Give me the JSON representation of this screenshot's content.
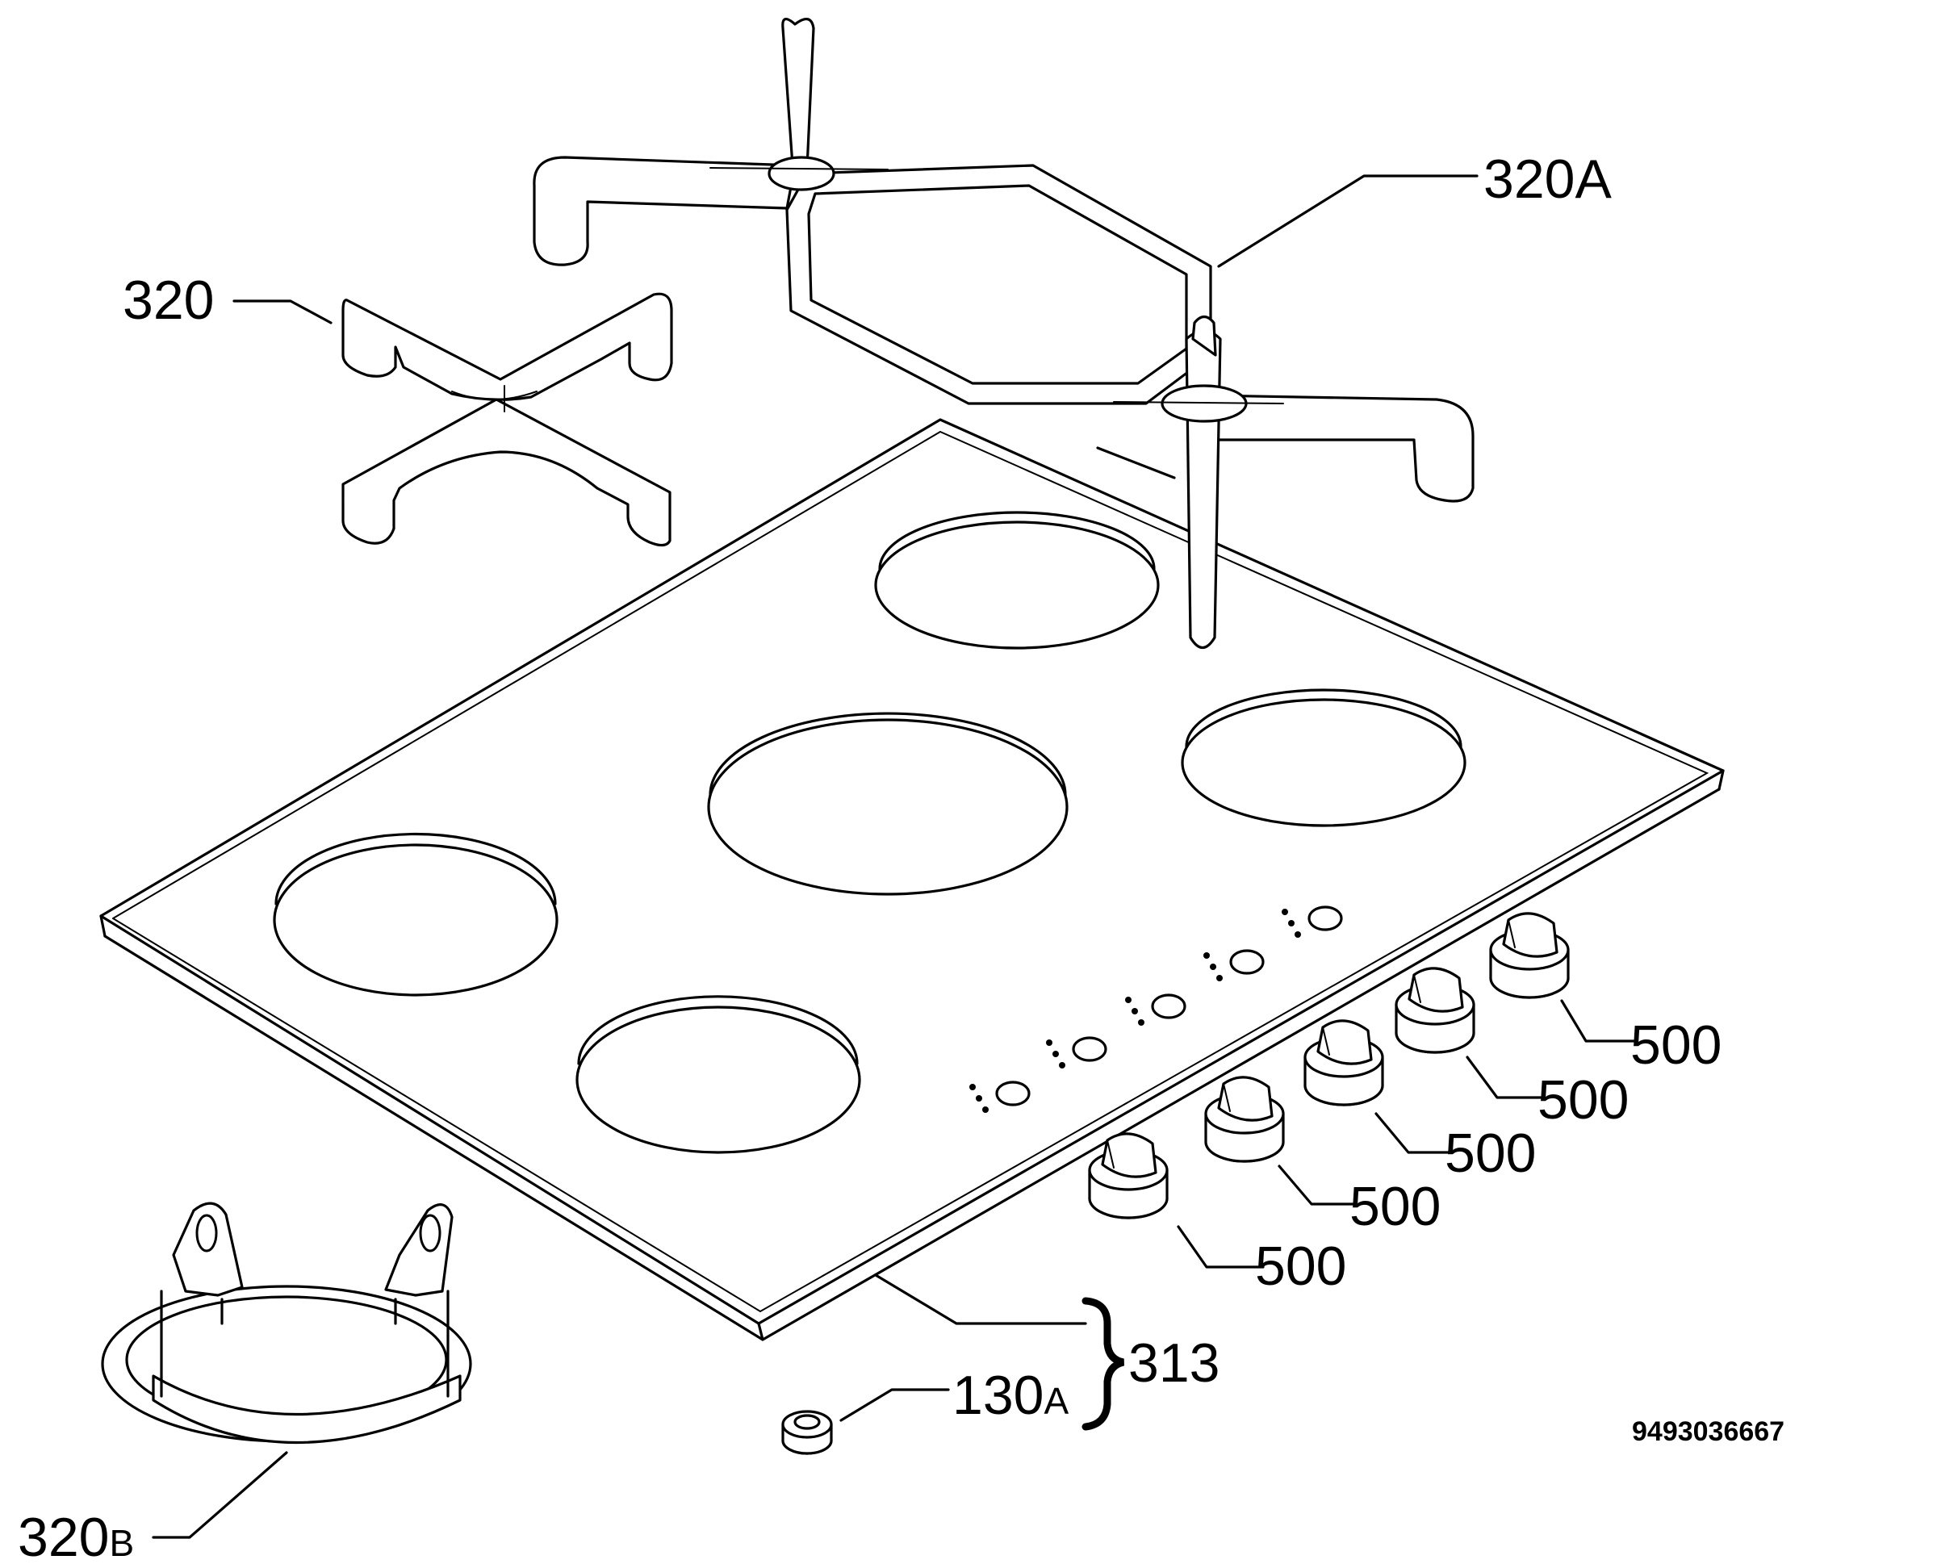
{
  "labels": {
    "grid_large": "320A",
    "grid_small": "320",
    "wok_ring_num": "320",
    "wok_ring_suffix": "B",
    "knob": "500",
    "hob_assembly": "313",
    "foot_num": "130",
    "foot_suffix": "A"
  },
  "document_code": "9493036667"
}
